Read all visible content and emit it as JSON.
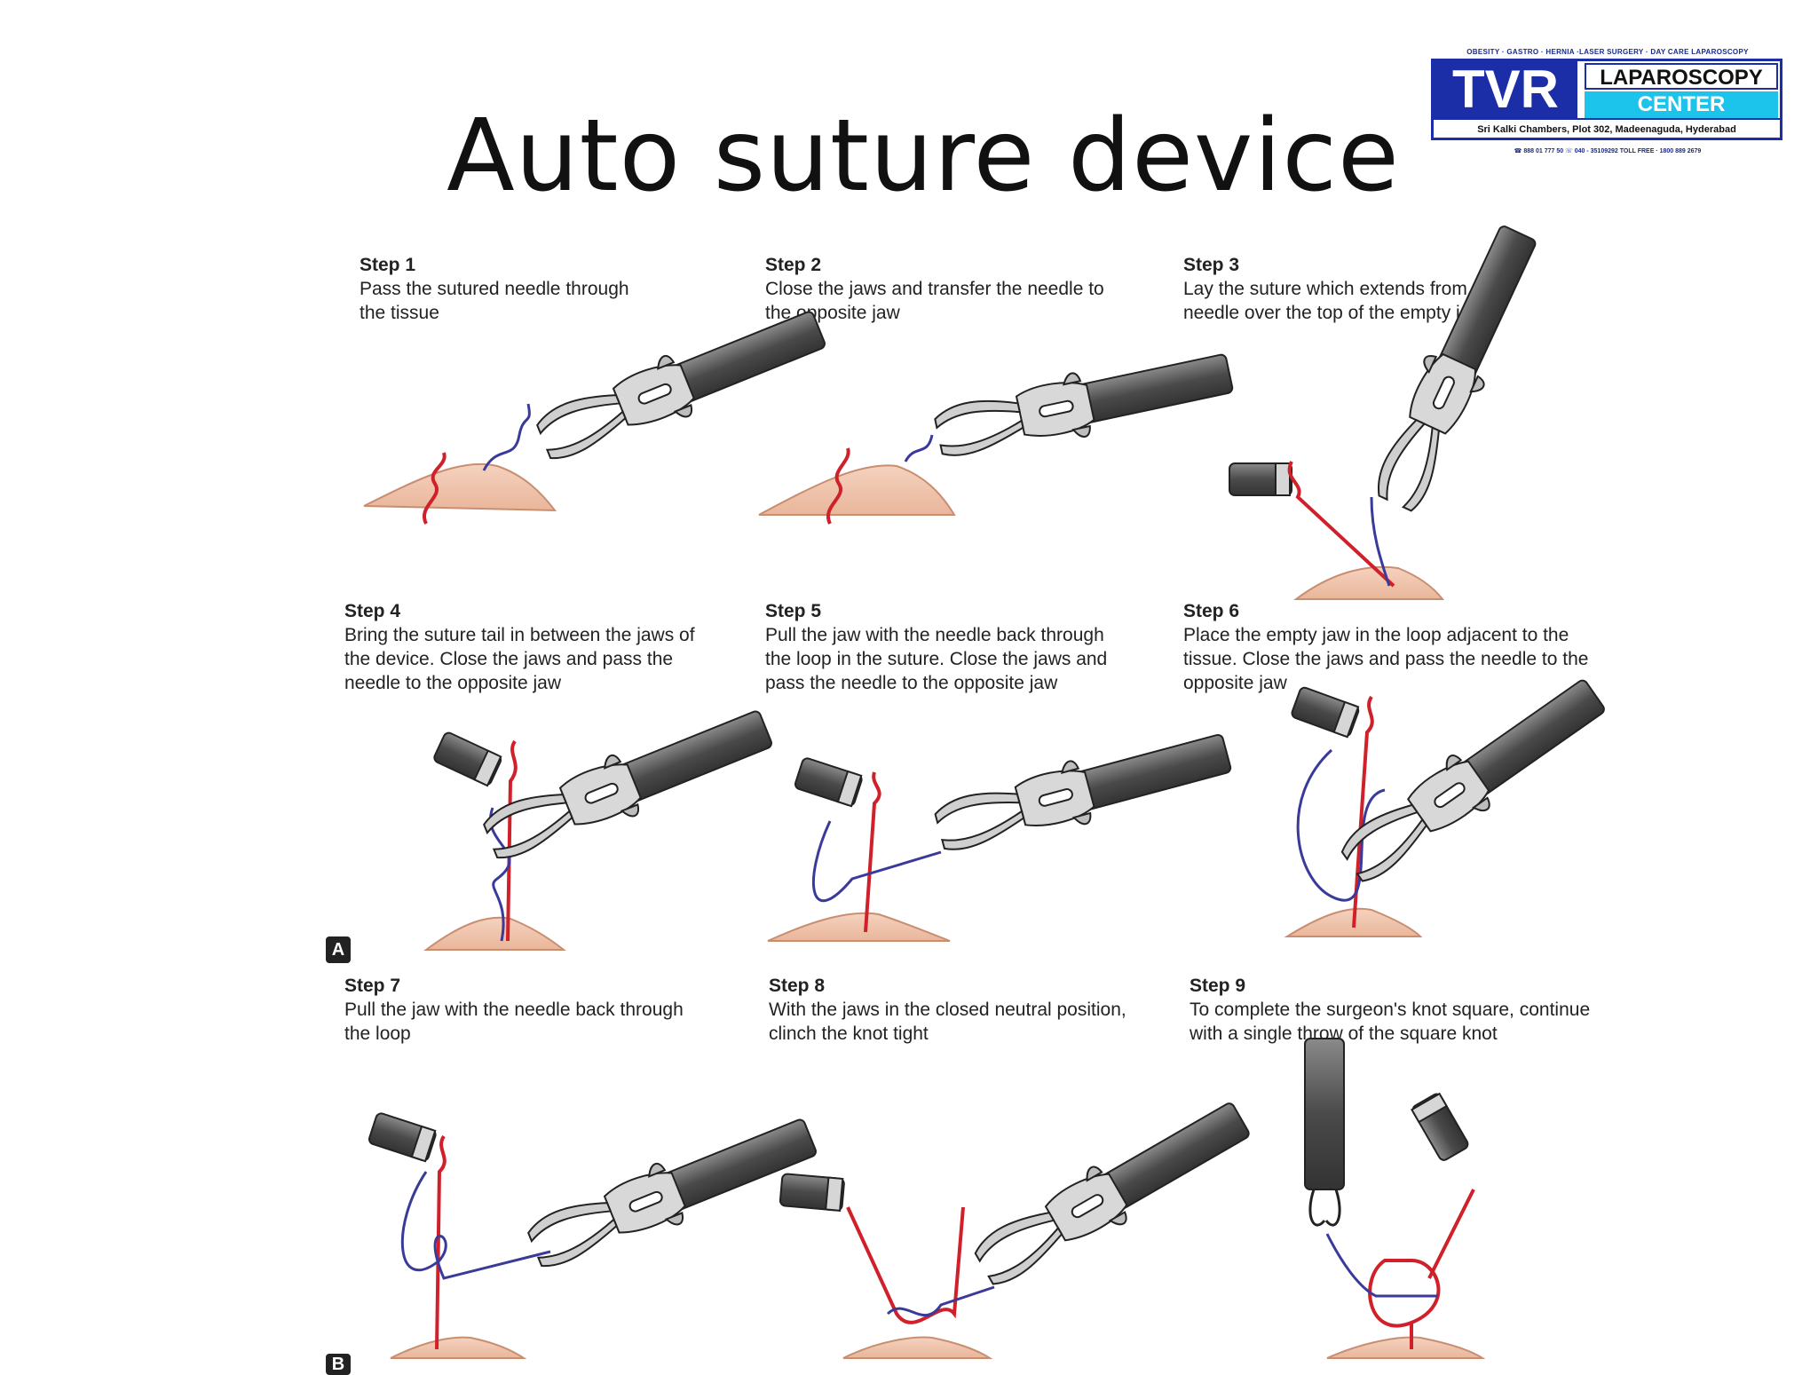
{
  "slide": {
    "title": "Auto suture device"
  },
  "logo": {
    "tagline": "OBESITY · GASTRO · HERNIA ·LASER SURGERY · DAY CARE LAPAROSCOPY",
    "brand": "TVR",
    "line1": "LAPAROSCOPY",
    "line2": "CENTER",
    "address": "Sri Kalki Chambers, Plot 302, Madeenaguda, Hyderabad",
    "phone": "☎ 888 01 777 50 ☏ 040 - 35109292  TOLL FREE · 1800 889 2679",
    "colors": {
      "primary": "#1b2ea8",
      "accent": "#1cc4ec"
    }
  },
  "panel_labels": {
    "a": "A",
    "b": "B"
  },
  "steps": [
    {
      "title": "Step 1",
      "desc": "Pass the sutured needle through\nthe tissue"
    },
    {
      "title": "Step 2",
      "desc": "Close the jaws and transfer the needle to\nthe opposite jaw"
    },
    {
      "title": "Step 3",
      "desc": "Lay the suture which extends from the\nneedle over the top of the empty jaw"
    },
    {
      "title": "Step 4",
      "desc": "Bring the suture tail in between the jaws of\nthe device. Close the jaws and pass the\nneedle to the opposite jaw"
    },
    {
      "title": "Step 5",
      "desc": "Pull the jaw with the needle back through\nthe loop in the suture. Close the jaws and\npass the needle to the opposite jaw"
    },
    {
      "title": "Step 6",
      "desc": "Place the empty jaw in the loop adjacent to the\ntissue. Close the jaws and pass the needle to the\nopposite jaw"
    },
    {
      "title": "Step 7",
      "desc": "Pull the jaw with the needle back through\nthe loop"
    },
    {
      "title": "Step 8",
      "desc": "With the jaws in the closed neutral position,\nclinch the knot tight"
    },
    {
      "title": "Step 9",
      "desc": "To complete the surgeon's knot square, continue\nwith a single throw of the square knot"
    }
  ],
  "colors": {
    "suture_red": "#d0202a",
    "suture_blue": "#3a3a9a",
    "tissue": "#f2c7ae",
    "shaft": "#5a5a5a"
  }
}
